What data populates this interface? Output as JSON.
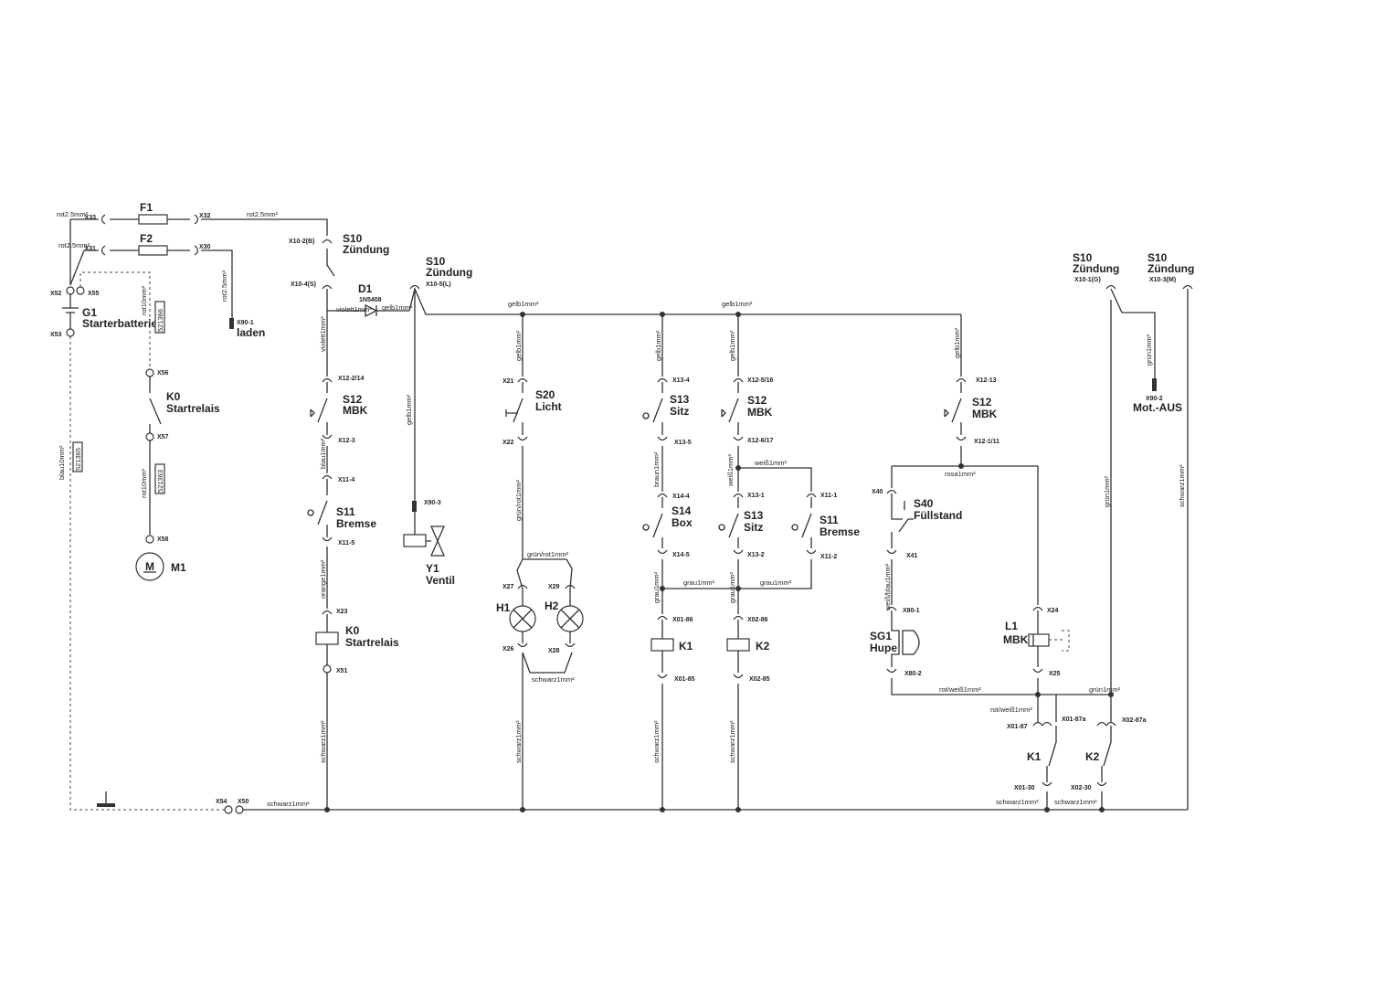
{
  "components": {
    "F1": "F1",
    "F2": "F2",
    "G1": "G1",
    "G1_name": "Starterbatterie",
    "K0a": "K0",
    "K0a_name": "Startrelais",
    "M1": "M1",
    "M1_sym": "M",
    "S10a": "S10",
    "S10a_name": "Zündung",
    "S10b": "S10",
    "S10b_name": "Zündung",
    "S10c": "S10",
    "S10c_name": "Zündung",
    "S10d": "S10",
    "S10d_name": "Zündung",
    "D1": "D1",
    "D1_type": "1N5408",
    "laden": "laden",
    "S12a": "S12",
    "S12a_name": "MBK",
    "S11a": "S11",
    "S11a_name": "Bremse",
    "K0b": "K0",
    "K0b_name": "Startrelais",
    "Y1": "Y1",
    "Y1_name": "Ventil",
    "S20": "S20",
    "S20_name": "Licht",
    "H1": "H1",
    "H2": "H2",
    "S13a": "S13",
    "S13a_name": "Sitz",
    "S14": "S14",
    "S14_name": "Box",
    "K1a": "K1",
    "S12b": "S12",
    "S12b_name": "MBK",
    "S13b": "S13",
    "S13b_name": "Sitz",
    "S11b": "S11",
    "S11b_name": "Bremse",
    "K2a": "K2",
    "S12c": "S12",
    "S12c_name": "MBK",
    "S40": "S40",
    "S40_name": "Füllstand",
    "SG1": "SG1",
    "SG1_name": "Hupe",
    "L1": "L1",
    "L1_name": "MBK",
    "K1b": "K1",
    "K2b": "K2",
    "motaus": "Mot.-AUS"
  },
  "connectors": {
    "X33": "X33",
    "X31": "X31",
    "X32": "X32",
    "X30": "X30",
    "X52": "X52",
    "X55": "X55",
    "X53": "X53",
    "X56": "X56",
    "X57": "X57",
    "X58": "X58",
    "X54": "X54",
    "X50": "X50",
    "X90_1": "X90-1",
    "X10_2B": "X10-2(B)",
    "X10_4S": "X10-4(S)",
    "X10_5L": "X10-5(L)",
    "X10_1G": "X10-1(G)",
    "X10_3M": "X10-3(M)",
    "X12_2_14": "X12-2/14",
    "X12_3": "X12-3",
    "X11_4": "X11-4",
    "X11_5": "X11-5",
    "X23": "X23",
    "X51": "X51",
    "X90_3": "X90-3",
    "X21": "X21",
    "X22": "X22",
    "X27": "X27",
    "X29": "X29",
    "X26": "X26",
    "X28": "X28",
    "X13_4": "X13-4",
    "X13_5": "X13-5",
    "X14_4": "X14-4",
    "X14_5": "X14-5",
    "X01_86": "X01-86",
    "X01_85": "X01-85",
    "X12_5_16": "X12-5/16",
    "X12_6_17": "X12-6/17",
    "X13_1": "X13-1",
    "X13_2": "X13-2",
    "X11_1": "X11-1",
    "X11_2": "X11-2",
    "X02_86": "X02-86",
    "X02_85": "X02-85",
    "X12_13": "X12-13",
    "X12_1_11": "X12-1/11",
    "X40": "X40",
    "X41": "X41",
    "X80_1": "X80-1",
    "X80_2": "X80-2",
    "X24": "X24",
    "X25": "X25",
    "X01_87": "X01-87",
    "X01_87a": "X01-87a",
    "X02_87a": "X02-87a",
    "X01_30": "X01-30",
    "X02_30": "X02-30",
    "X90_2": "X90-2"
  },
  "wires": {
    "rot25a": "rot2.5mm²",
    "rot25b": "rot2.5mm²",
    "rot25c": "rot2.5mm²",
    "rot25d": "rot2.5mm²",
    "rot10a": "rot10mm²",
    "rot10b": "rot10mm²",
    "blau10": "blau10mm²",
    "code1": "521366",
    "code2": "521365",
    "code3": "521363",
    "violett1": "violett1mm²",
    "violett1s": "violett1mm²",
    "gelb1s": "gelb1mm²",
    "blau1": "blau1mm²",
    "orange1": "orange1mm²",
    "schwarz1a": "schwarz1mm²",
    "gelb1v": "gelb1mm²",
    "gelb1top_a": "gelb1mm²",
    "gelb1top_b": "gelb1mm²",
    "gelb1_s20": "gelb1mm²",
    "gruenrot1": "grün/rot1mm²",
    "gruenrot1b": "grün/rot1mm²",
    "schwarz1h": "schwarz1mm²",
    "schwarz1hv": "schwarz1mm²",
    "gelb1_s13": "gelb1mm²",
    "braun1": "braun1mm²",
    "grau1a": "grau1mm²",
    "grau1b": "grau1mm²",
    "schwarz1k1": "schwarz1mm²",
    "gelb1_s12b": "gelb1mm²",
    "weiss1a": "weiß1mm²",
    "weiss1b": "weiß1mm²",
    "grau1c": "grau1mm²",
    "grau1d": "grau1mm²",
    "schwarz1k2": "schwarz1mm²",
    "gelb1_s12c": "gelb1mm²",
    "rosa1": "rosa1mm²",
    "weissblau1": "weiß/blau1mm²",
    "rotweiss1a": "rot/weiß1mm²",
    "rotweiss1b": "rot/weiß1mm²",
    "gruen1a": "grün1mm²",
    "gruen1b": "grün1mm²",
    "gruen1c": "grün1mm²",
    "schwarz1r": "schwarz1mm²",
    "schwarz1b1": "schwarz1mm²",
    "schwarz1b2": "schwarz1mm²",
    "schwarz1bus": "schwarz1mm²"
  }
}
